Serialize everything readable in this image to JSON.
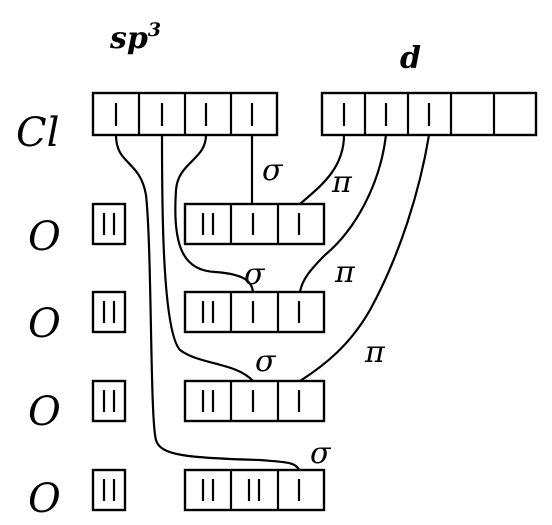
{
  "headers": {
    "sp3": "sp",
    "sp3_sup": "3",
    "d": "d"
  },
  "atoms": {
    "cl": "Cl",
    "o1": "O",
    "o2": "O",
    "o3": "O",
    "o4": "O"
  },
  "bonds": {
    "sigma1": "σ",
    "pi1": "π",
    "sigma2": "σ",
    "pi2": "π",
    "sigma3": "σ",
    "pi3": "π",
    "sigma4": "σ"
  }
}
